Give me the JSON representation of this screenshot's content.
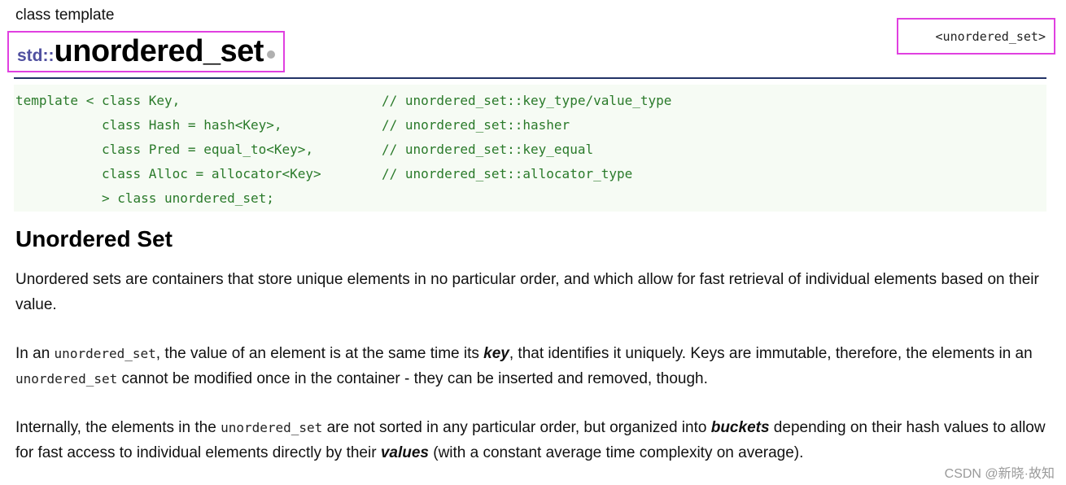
{
  "kind": "class template",
  "title": {
    "namespace": "std::",
    "name": "unordered_set"
  },
  "header": "<unordered_set>",
  "declaration": [
    {
      "code": "template < class Key,",
      "comment": "// unordered_set::key_type/value_type"
    },
    {
      "code": "           class Hash = hash<Key>,",
      "comment": "// unordered_set::hasher"
    },
    {
      "code": "           class Pred = equal_to<Key>,",
      "comment": "// unordered_set::key_equal"
    },
    {
      "code": "           class Alloc = allocator<Key>",
      "comment": "// unordered_set::allocator_type"
    },
    {
      "code": "           > class unordered_set;",
      "comment": ""
    }
  ],
  "section_title": "Unordered Set",
  "paragraphs": {
    "p1": "Unordered sets are containers that store unique elements in no particular order, and which allow for fast retrieval of individual elements based on their value.",
    "p2": {
      "a": "In an ",
      "code1": "unordered_set",
      "b": ", the value of an element is at the same time its ",
      "key": "key",
      "c": ", that identifies it uniquely. Keys are immutable, therefore, the elements in an ",
      "code2": "unordered_set",
      "d": " cannot be modified once in the container - they can be inserted and removed, though."
    },
    "p3": {
      "a": "Internally, the elements in the ",
      "code1": "unordered_set",
      "b": " are not sorted in any particular order, but organized into ",
      "buckets": "buckets",
      "c": " depending on their hash values to allow for fast access to individual elements directly by their ",
      "values": "values",
      "d": " (with a constant average time complexity on average)."
    }
  },
  "watermark": "CSDN @新晓·故知",
  "colors": {
    "highlight_border": "#e040e0",
    "code_text": "#2a7a2a",
    "code_bg": "#f6fbf4",
    "namespace": "#5050a0",
    "rule": "#223366"
  }
}
